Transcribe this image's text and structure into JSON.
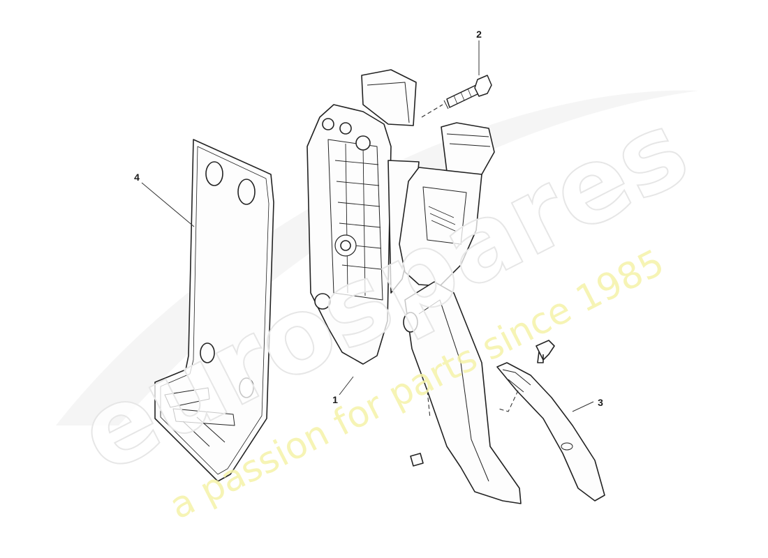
{
  "diagram": {
    "callouts": [
      {
        "id": "part-1",
        "label": "1"
      },
      {
        "id": "part-2",
        "label": "2"
      },
      {
        "id": "part-3",
        "label": "3"
      },
      {
        "id": "part-4",
        "label": "4"
      }
    ],
    "watermark": {
      "brand": "eurospares",
      "tagline": "a passion for parts since 1985"
    }
  }
}
